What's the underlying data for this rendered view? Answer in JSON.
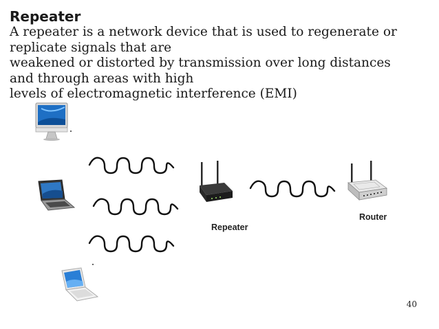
{
  "slide": {
    "title": "Repeater",
    "body_lines": [
      "A repeater is a network device that is used to regenerate or",
      "replicate signals that are",
      "weakened or distorted by transmission over long distances",
      "and through areas with high",
      "levels of electromagnetic interference (EMI)"
    ],
    "repeater_label": "Repeater",
    "router_label": "Router",
    "page_number": "40"
  },
  "icons": [
    "imac-desktop-icon",
    "laptop-icon",
    "macbook-laptop-icon",
    "repeater-device-icon",
    "router-device-icon",
    "signal-wave-icon"
  ]
}
